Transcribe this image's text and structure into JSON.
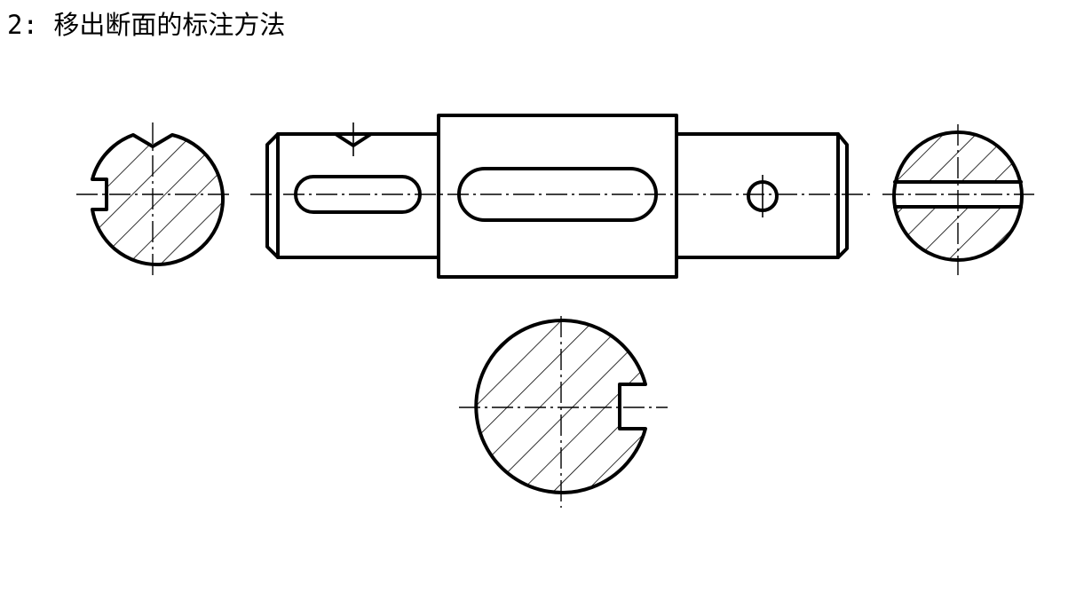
{
  "header": {
    "title": "2: 移出断面的标注方法"
  },
  "figure": {
    "main_view": "shaft-front-view",
    "sections": [
      "left-keyway-section",
      "right-through-slot-section",
      "lower-keyway-section"
    ]
  }
}
